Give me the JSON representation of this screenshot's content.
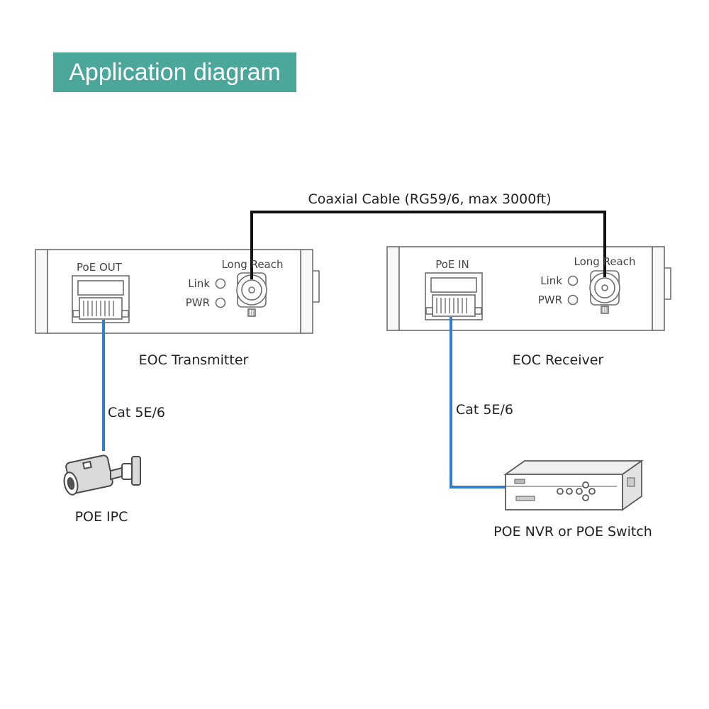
{
  "title": "Application diagram",
  "colors": {
    "banner": "#4aa79a",
    "banner_text": "#ffffff",
    "coax": "#111111",
    "ethernet": "#2f7fd0",
    "outline": "#6e6e6e",
    "device_fill": "#f7f7f7"
  },
  "coax_label": "Coaxial Cable (RG59/6, max 3000ft)",
  "transmitter": {
    "name": "EOC Transmitter",
    "port_label": "PoE OUT",
    "connector_label": "Long Reach",
    "led_link": "Link",
    "led_pwr": "PWR",
    "cable_label": "Cat 5E/6"
  },
  "receiver": {
    "name": "EOC Receiver",
    "port_label": "PoE IN",
    "connector_label": "Long Reach",
    "led_link": "Link",
    "led_pwr": "PWR",
    "cable_label": "Cat 5E/6"
  },
  "camera": {
    "label": "POE IPC",
    "icon": "camera-icon"
  },
  "nvr": {
    "label": "POE NVR or POE Switch",
    "icon": "nvr-icon"
  }
}
